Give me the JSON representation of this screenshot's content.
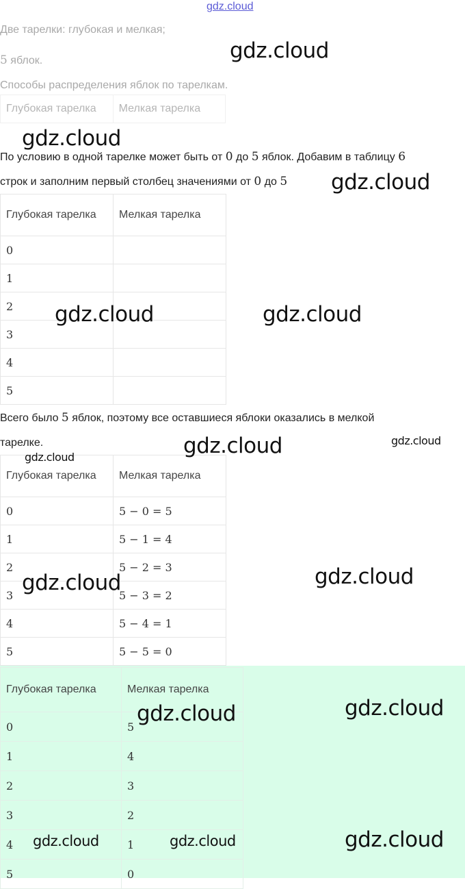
{
  "header": {
    "link": "gdz.cloud"
  },
  "intro": {
    "line1": "Две тарелки: глубокая и мелкая;",
    "line2_num": "5",
    "line2_text": " яблок.",
    "line3": "Способы распределения яблок по тарелкам."
  },
  "columns": {
    "deep": "Глубокая тарелка",
    "shallow": "Мелкая тарелка"
  },
  "paragraph1": {
    "a": "По условию в одной тарелке может быть от ",
    "n0": "0",
    "b": " до ",
    "n5": "5",
    "c": " яблок. Добавим в таблицу ",
    "n6": "6",
    "d": "строк и заполним первый столбец значениями от ",
    "e": "0",
    "f": " до ",
    "g": "5"
  },
  "table1": {
    "rows": [
      "0",
      "1",
      "2",
      "3",
      "4",
      "5"
    ]
  },
  "paragraph2": {
    "a": "Всего было ",
    "n": "5",
    "b": " яблок, поэтому все оставшиеся яблоки оказались в мелкой",
    "c": "тарелке."
  },
  "table2": {
    "rows": [
      {
        "deep": "0",
        "shallow": "5 − 0 = 5"
      },
      {
        "deep": "1",
        "shallow": "5 − 1 = 4"
      },
      {
        "deep": "2",
        "shallow": "5 − 2 = 3"
      },
      {
        "deep": "3",
        "shallow": "5 − 3 = 2"
      },
      {
        "deep": "4",
        "shallow": "5 − 4 = 1"
      },
      {
        "deep": "5",
        "shallow": "5 − 5 = 0"
      }
    ]
  },
  "table3": {
    "rows": [
      {
        "deep": "0",
        "shallow": "5"
      },
      {
        "deep": "1",
        "shallow": "4"
      },
      {
        "deep": "2",
        "shallow": "3"
      },
      {
        "deep": "3",
        "shallow": "2"
      },
      {
        "deep": "4",
        "shallow": "1"
      },
      {
        "deep": "5",
        "shallow": "0"
      }
    ]
  },
  "watermark": "gdz.cloud",
  "colors": {
    "answer_bg": "#d9fde9",
    "link": "#5b5bd6",
    "faded_text": "#a9a9a9"
  }
}
